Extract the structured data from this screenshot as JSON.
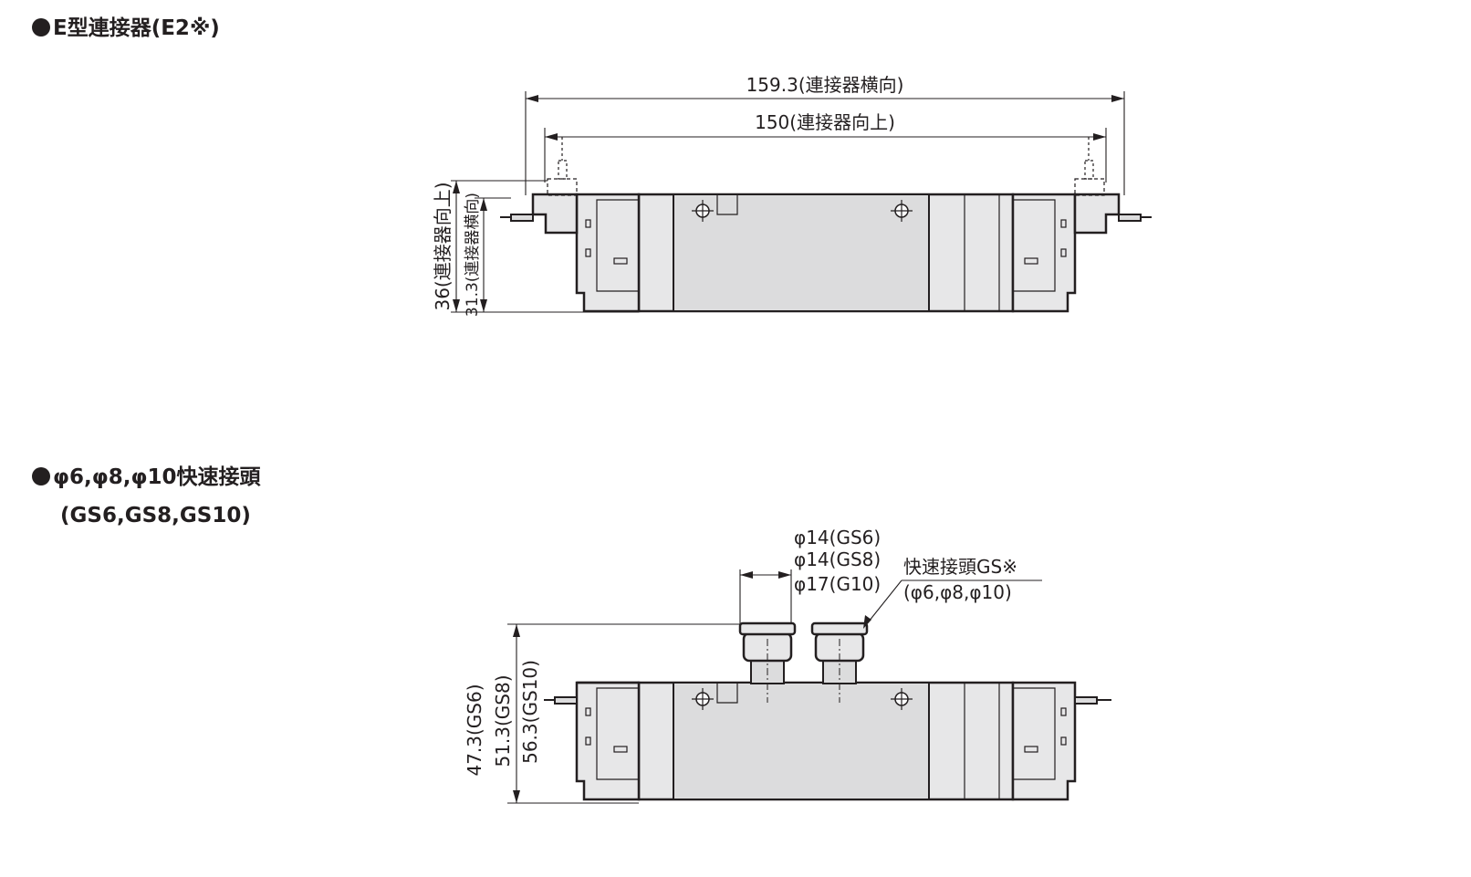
{
  "headings": {
    "section1": "E型連接器(E2※)",
    "section2_line1": "φ6,φ8,φ10快速接頭",
    "section2_line2": "(GS6,GS8,GS10)"
  },
  "diagram1": {
    "dim_width_horizontal": "159.3(連接器横向)",
    "dim_width_up": "150(連接器向上)",
    "dim_height_up": "36(連接器向上)",
    "dim_height_horizontal": "31.3(連接器横向)"
  },
  "diagram2": {
    "dim_dia_gs6": "φ14(GS6)",
    "dim_dia_gs8": "φ14(GS8)",
    "dim_dia_g10": "φ17(G10)",
    "callout_line1": "快速接頭GS※",
    "callout_line2": "(φ6,φ8,φ10)",
    "dim_height_gs6": "47.3(GS6)",
    "dim_height_gs8": "51.3(GS8)",
    "dim_height_gs10": "56.3(GS10)"
  },
  "colors": {
    "ink": "#231f20",
    "body_fill": "#e7e7e8"
  }
}
